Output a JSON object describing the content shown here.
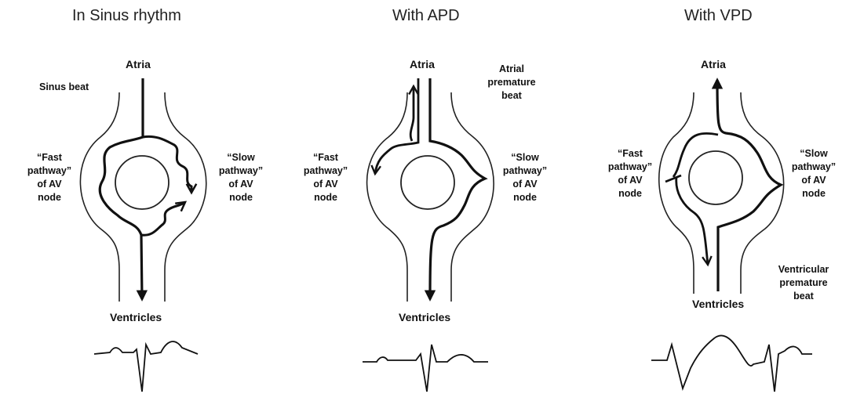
{
  "panels": [
    {
      "title": "In Sinus rhythm",
      "top_label": "Atria",
      "bottom_label": "Ventricles",
      "beat_label": "Sinus beat",
      "fast_pathway": [
        "“Fast",
        "pathway”",
        "of AV",
        "node"
      ],
      "slow_pathway": [
        "“Slow",
        "pathway”",
        "of AV",
        "node"
      ]
    },
    {
      "title": "With APD",
      "top_label": "Atria",
      "bottom_label": "Ventricles",
      "beat_label": [
        "Atrial",
        "premature",
        "beat"
      ],
      "fast_pathway": [
        "“Fast",
        "pathway”",
        "of AV",
        "node"
      ],
      "slow_pathway": [
        "“Slow",
        "pathway”",
        "of AV",
        "node"
      ]
    },
    {
      "title": "With VPD",
      "top_label": "Atria",
      "bottom_label": "Ventricles",
      "beat_label": [
        "Ventricular",
        "premature",
        "beat"
      ],
      "fast_pathway": [
        "“Fast",
        "pathway”",
        "of AV",
        "node"
      ],
      "slow_pathway": [
        "“Slow",
        "pathway”",
        "of AV",
        "node"
      ]
    }
  ]
}
